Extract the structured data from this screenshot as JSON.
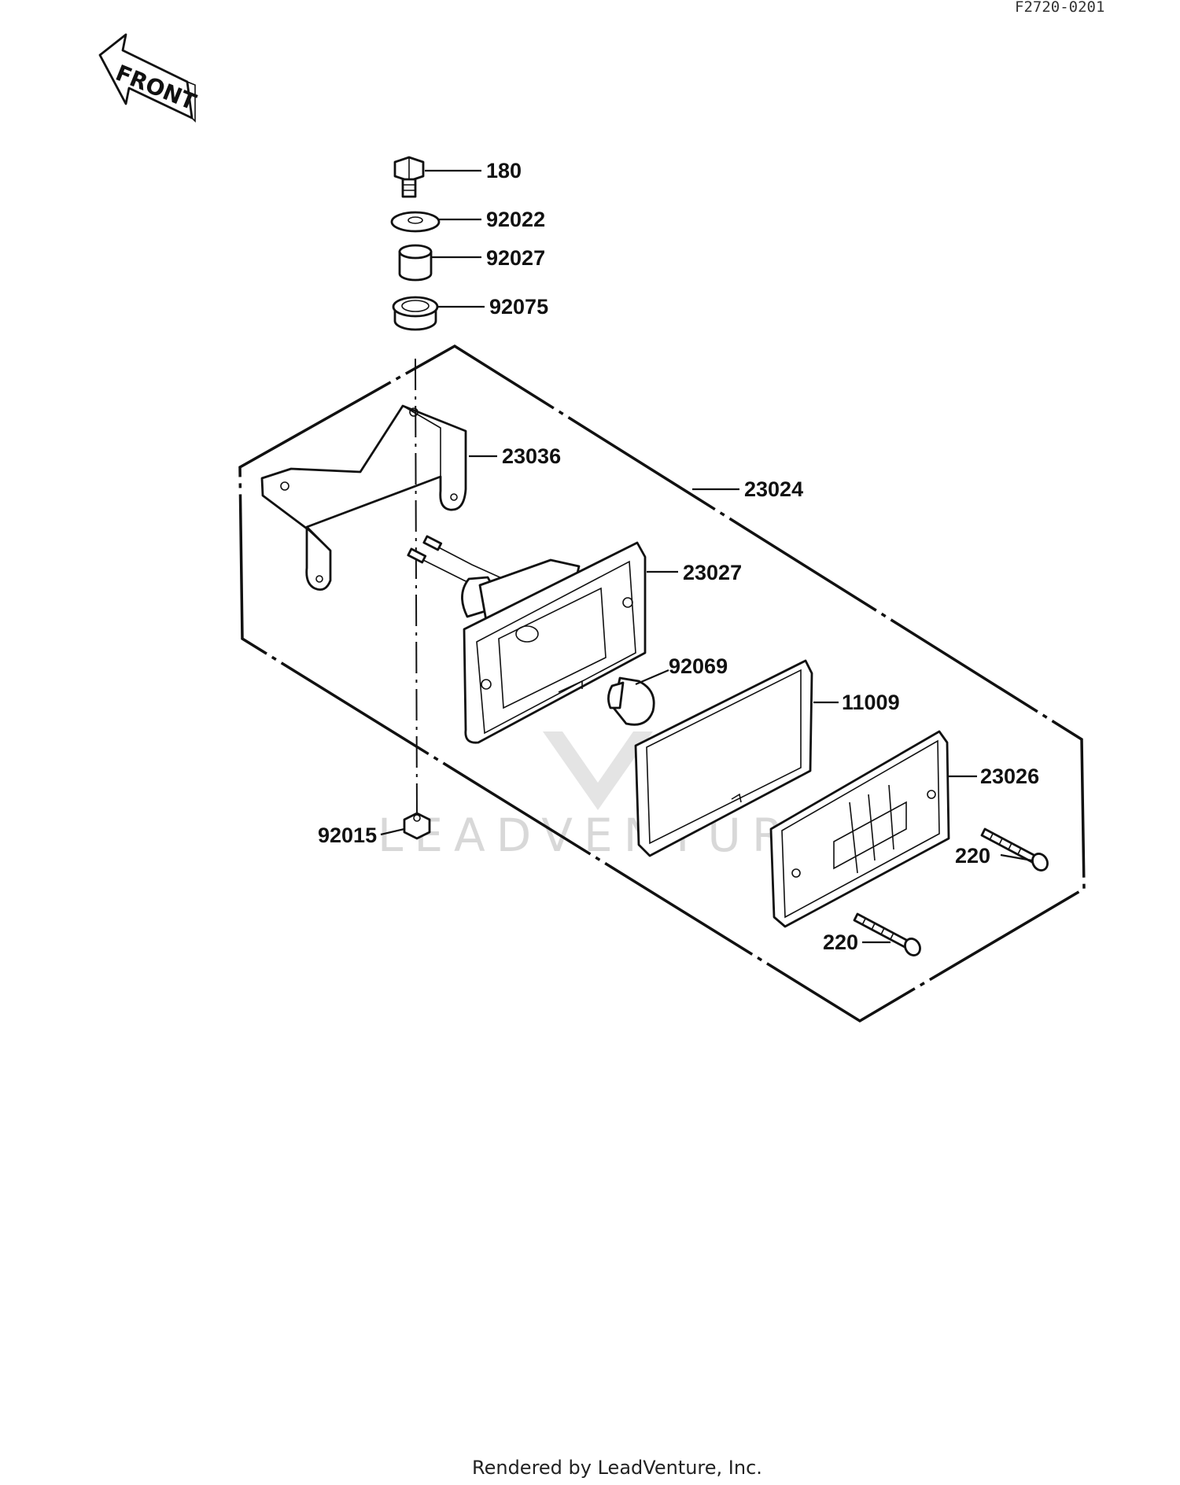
{
  "ref_code": "F2720-0201",
  "front_arrow": {
    "label": "FRONT",
    "icon": "front-arrow-icon"
  },
  "callouts": {
    "p180": "180",
    "p92022": "92022",
    "p92027": "92027",
    "p92075": "92075",
    "p23036": "23036",
    "p23024": "23024",
    "p23027": "23027",
    "p92069": "92069",
    "p11009": "11009",
    "p23026": "23026",
    "p92015": "92015",
    "p220a": "220",
    "p220b": "220"
  },
  "watermark": "LEADVENTURE",
  "footer": "Rendered by LeadVenture, Inc."
}
